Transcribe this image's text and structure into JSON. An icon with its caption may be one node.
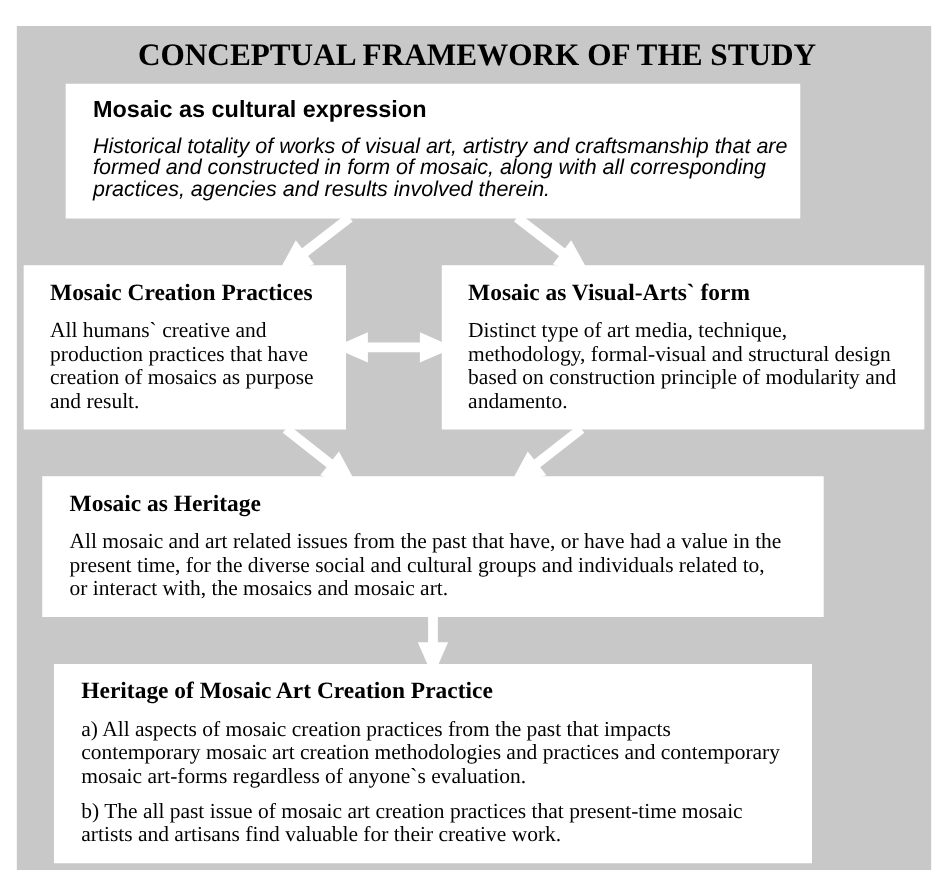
{
  "diagram": {
    "title": "CONCEPTUAL FRAMEWORK OF THE STUDY",
    "nodes": [
      {
        "text": [
          "Mosaic as cultural expression",
          "Historical totality of works of visual art, artistry and craftsmanship that are formed and constructed in form of mosaic, along with all corresponding practices, agencies and results involved therein."
        ]
      },
      {
        "text": [
          "Mosaic Creation Practices",
          "All humans` creative and production practices that have creation of mosaics as purpose and result."
        ]
      },
      {
        "text": [
          "Mosaic as Visual-Arts` form",
          "Distinct type of art media, technique, methodology, formal-visual and structural design based on construction principle of modularity and andamento."
        ]
      },
      {
        "text": [
          "Mosaic as Heritage",
          "All mosaic and art related issues from the past that have, or have had a value in the present time, for the diverse social and cultural groups and individuals related to, or interact with, the mosaics and mosaic art."
        ]
      },
      {
        "text": [
          "Heritage of Mosaic Art Creation Practice",
          "a) All aspects of mosaic creation practices from the past that impacts contemporary mosaic art creation methodologies and practices and contemporary mosaic art-forms regardless of anyone`s evaluation.",
          "b) The all past issue of mosaic art creation practices that present-time mosaic artists and artisans find valuable for their creative work."
        ]
      }
    ],
    "edges": [
      {
        "from": 0,
        "to": 1,
        "arrow": "to"
      },
      {
        "from": 0,
        "to": 2,
        "arrow": "to"
      },
      {
        "from": 1,
        "to": 2,
        "arrow": "both"
      },
      {
        "from": 1,
        "to": 3,
        "arrow": "to"
      },
      {
        "from": 2,
        "to": 3,
        "arrow": "to"
      },
      {
        "from": 3,
        "to": 4,
        "arrow": "to"
      }
    ]
  }
}
